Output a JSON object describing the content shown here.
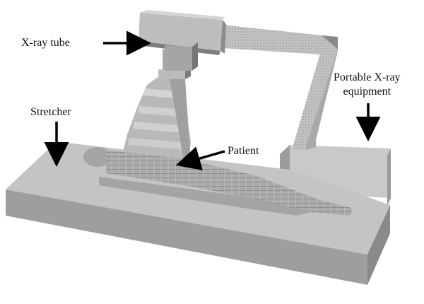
{
  "labels": {
    "xray_tube": "X-ray tube",
    "stretcher": "Stretcher",
    "patient": "Patient",
    "portable_line1": "Portable X-ray",
    "portable_line2": "equipment"
  },
  "colors": {
    "stretcher_top": "#c4c4c4",
    "stretcher_front": "#9a9a9a",
    "stretcher_side": "#8a8a8a",
    "base_top": "#cdcdcd",
    "base_front": "#a2a2a2",
    "base_side": "#909090",
    "tube_light": "#bdbdbd",
    "tube_mid": "#9d9d9d",
    "tube_dark": "#7c7c7c",
    "beam": "#b5b5b5",
    "patient": "#a8a8a8",
    "patient_shadow": "#8f8f8f",
    "arrow": "#000000"
  }
}
